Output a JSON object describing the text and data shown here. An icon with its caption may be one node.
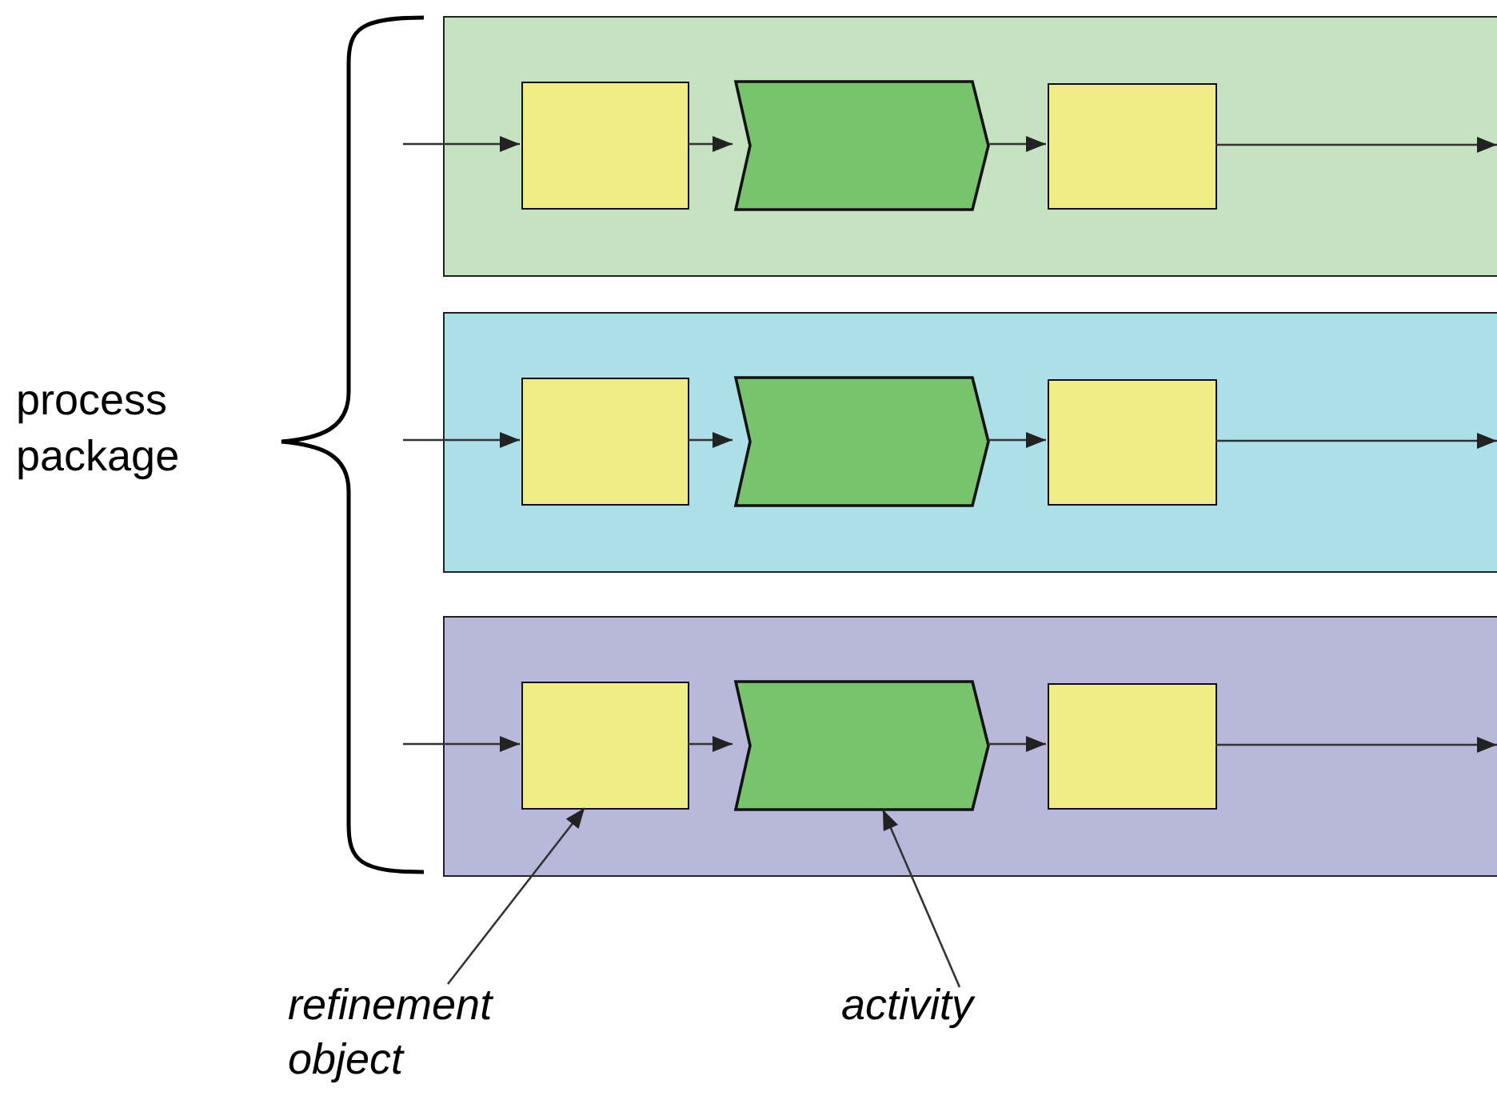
{
  "diagram": {
    "nodes": [
      {
        "text": [],
        "shape": "box"
      },
      {
        "text": [],
        "shape": "box",
        "in": 0
      },
      {
        "text": [],
        "shape": "chevron",
        "in": 0
      },
      {
        "text": [],
        "shape": "box",
        "in": 0
      },
      {
        "text": [],
        "shape": "box"
      },
      {
        "text": [],
        "shape": "box",
        "in": 4
      },
      {
        "text": [],
        "shape": "chevron",
        "in": 4
      },
      {
        "text": [],
        "shape": "box",
        "in": 4
      },
      {
        "text": [],
        "shape": "box"
      },
      {
        "text": [],
        "shape": "box",
        "in": 8
      },
      {
        "text": [],
        "shape": "chevron",
        "in": 8
      },
      {
        "text": [],
        "shape": "box",
        "in": 8
      },
      {
        "text": [
          "refinement object"
        ]
      },
      {
        "text": [
          "activity"
        ]
      }
    ],
    "edges": [
      {
        "from": null,
        "to": 1,
        "arrow": "to"
      },
      {
        "from": 1,
        "to": 2,
        "arrow": "to"
      },
      {
        "from": 2,
        "to": 3,
        "arrow": "to"
      },
      {
        "from": 3,
        "to": null,
        "arrow": "to"
      },
      {
        "from": null,
        "to": 5,
        "arrow": "to"
      },
      {
        "from": 5,
        "to": 6,
        "arrow": "to"
      },
      {
        "from": 6,
        "to": 7,
        "arrow": "to"
      },
      {
        "from": 7,
        "to": null,
        "arrow": "to"
      },
      {
        "from": null,
        "to": 9,
        "arrow": "to"
      },
      {
        "from": 9,
        "to": 10,
        "arrow": "to"
      },
      {
        "from": 10,
        "to": 11,
        "arrow": "to"
      },
      {
        "from": 11,
        "to": null,
        "arrow": "to"
      },
      {
        "from": 12,
        "to": 9,
        "arrow": "to"
      },
      {
        "from": 13,
        "to": 10,
        "arrow": "to"
      }
    ],
    "labels": [
      "process package"
    ]
  }
}
